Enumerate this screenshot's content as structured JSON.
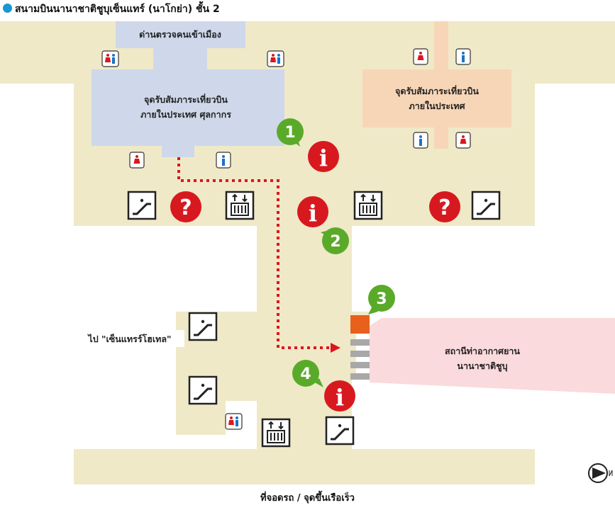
{
  "title": "สนามบินนานาชาติชูบุเซ็นแทร์ (นาโกย่า) ชั้น 2",
  "areas": {
    "immigration": "ด่านตรวจคนเข้าเมือง",
    "baggage_intl_line1": "จุดรับสัมภาระเที่ยวบิน",
    "baggage_intl_line2": "ภายในประเทศ ศุลกากร",
    "baggage_dom_line1": "จุดรับสัมภาระเที่ยวบิน",
    "baggage_dom_line2": "ภายในประเทศ",
    "station_line1": "สถานีท่าอากาศยาน",
    "station_line2": "นานาชาติชูบุ",
    "hotel": "ไป \"เซ็นแทรร์โฮเทล\""
  },
  "markers": [
    "1",
    "2",
    "3",
    "4"
  ],
  "footer": "ที่จอดรถ / จุดขึ้นเรือเร็ว",
  "icons": {
    "info": "i",
    "help": "?"
  },
  "colors": {
    "floor": "#efe9c8",
    "intl_zone": "#cfd8ea",
    "dom_zone": "#f7d6b8",
    "station": "#fadadd",
    "info_red": "#d7191f",
    "marker_green": "#5aaa2a",
    "route": "#e0141e",
    "accent_orange": "#e8601c"
  }
}
